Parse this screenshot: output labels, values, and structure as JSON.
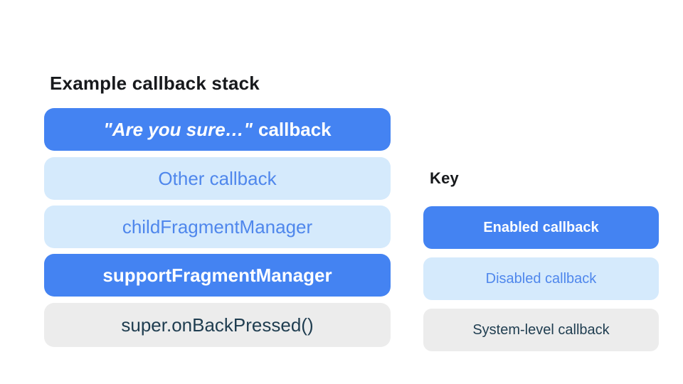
{
  "colors": {
    "enabled_bg": "#4483F2",
    "enabled_text": "#FFFFFF",
    "disabled_bg": "#D5EAFC",
    "disabled_text": "#4F87EC",
    "system_bg": "#ECECEC",
    "system_text": "#1F3D50",
    "heading_text": "#17191C"
  },
  "stack": {
    "title": "Example callback stack",
    "items": [
      {
        "label_italic": "\"Are you sure…\"",
        "label_rest": "callback",
        "type": "enabled"
      },
      {
        "label": "Other callback",
        "type": "disabled"
      },
      {
        "label": "childFragmentManager",
        "type": "disabled"
      },
      {
        "label": "supportFragmentManager",
        "type": "enabled"
      },
      {
        "label": "super.onBackPressed()",
        "type": "system"
      }
    ]
  },
  "key": {
    "title": "Key",
    "items": [
      {
        "label": "Enabled callback",
        "type": "enabled"
      },
      {
        "label": "Disabled callback",
        "type": "disabled"
      },
      {
        "label": "System-level callback",
        "type": "system"
      }
    ]
  }
}
